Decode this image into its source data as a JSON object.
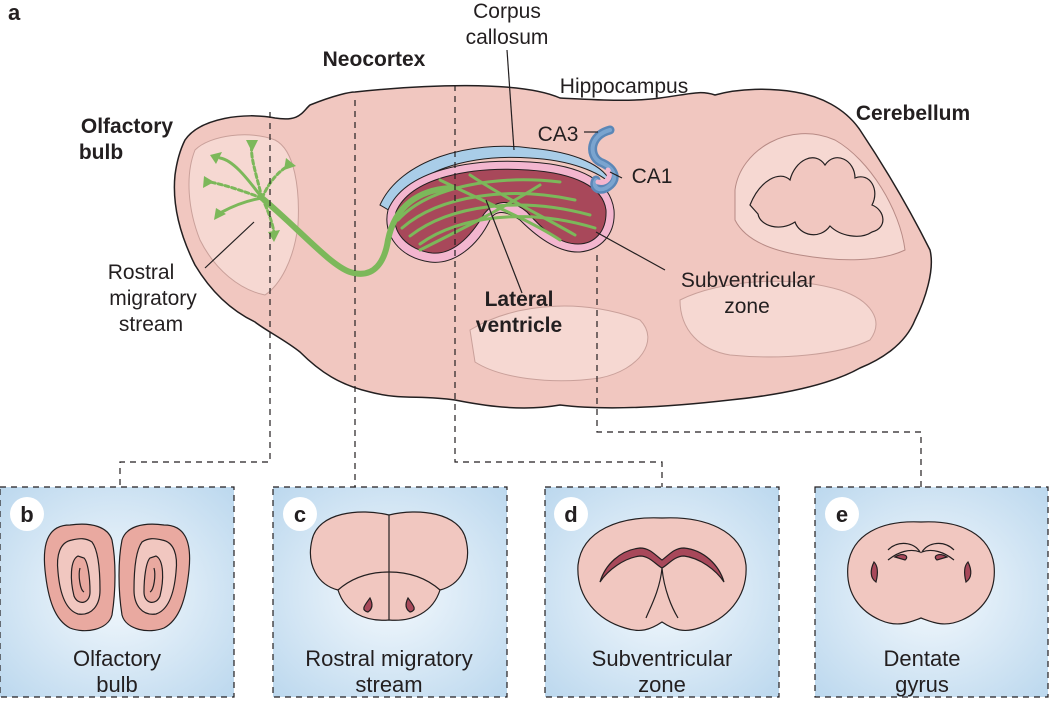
{
  "panel_a": {
    "letter": "a",
    "labels": {
      "corpus_callosum_1": "Corpus",
      "corpus_callosum_2": "callosum",
      "neocortex": "Neocortex",
      "hippocampus": "Hippocampus",
      "cerebellum": "Cerebellum",
      "olfactory_bulb_1": "Olfactory",
      "olfactory_bulb_2": "bulb",
      "ca3": "CA3",
      "ca1": "CA1",
      "rms_1": "Rostral",
      "rms_2": "migratory",
      "rms_3": "stream",
      "lateral_ventricle_1": "Lateral",
      "lateral_ventricle_2": "ventricle",
      "svz_1": "Subventricular",
      "svz_2": "zone"
    }
  },
  "panels": [
    {
      "letter": "b",
      "line1": "Olfactory",
      "line2": "bulb"
    },
    {
      "letter": "c",
      "line1": "Rostral migratory",
      "line2": "stream"
    },
    {
      "letter": "d",
      "line1": "Subventricular",
      "line2": "zone"
    },
    {
      "letter": "e",
      "line1": "Dentate",
      "line2": "gyrus"
    }
  ],
  "colors": {
    "brain_fill": "#f1c7c0",
    "brain_stroke": "#231f20",
    "ventricle": "#a8485a",
    "rms_green": "#7cb85a",
    "corpus_blue": "#a9cde8",
    "svz_pink": "#f3b6cf",
    "hippo_blue": "#5b87b7",
    "panel_bg": "#d3e6f3"
  }
}
